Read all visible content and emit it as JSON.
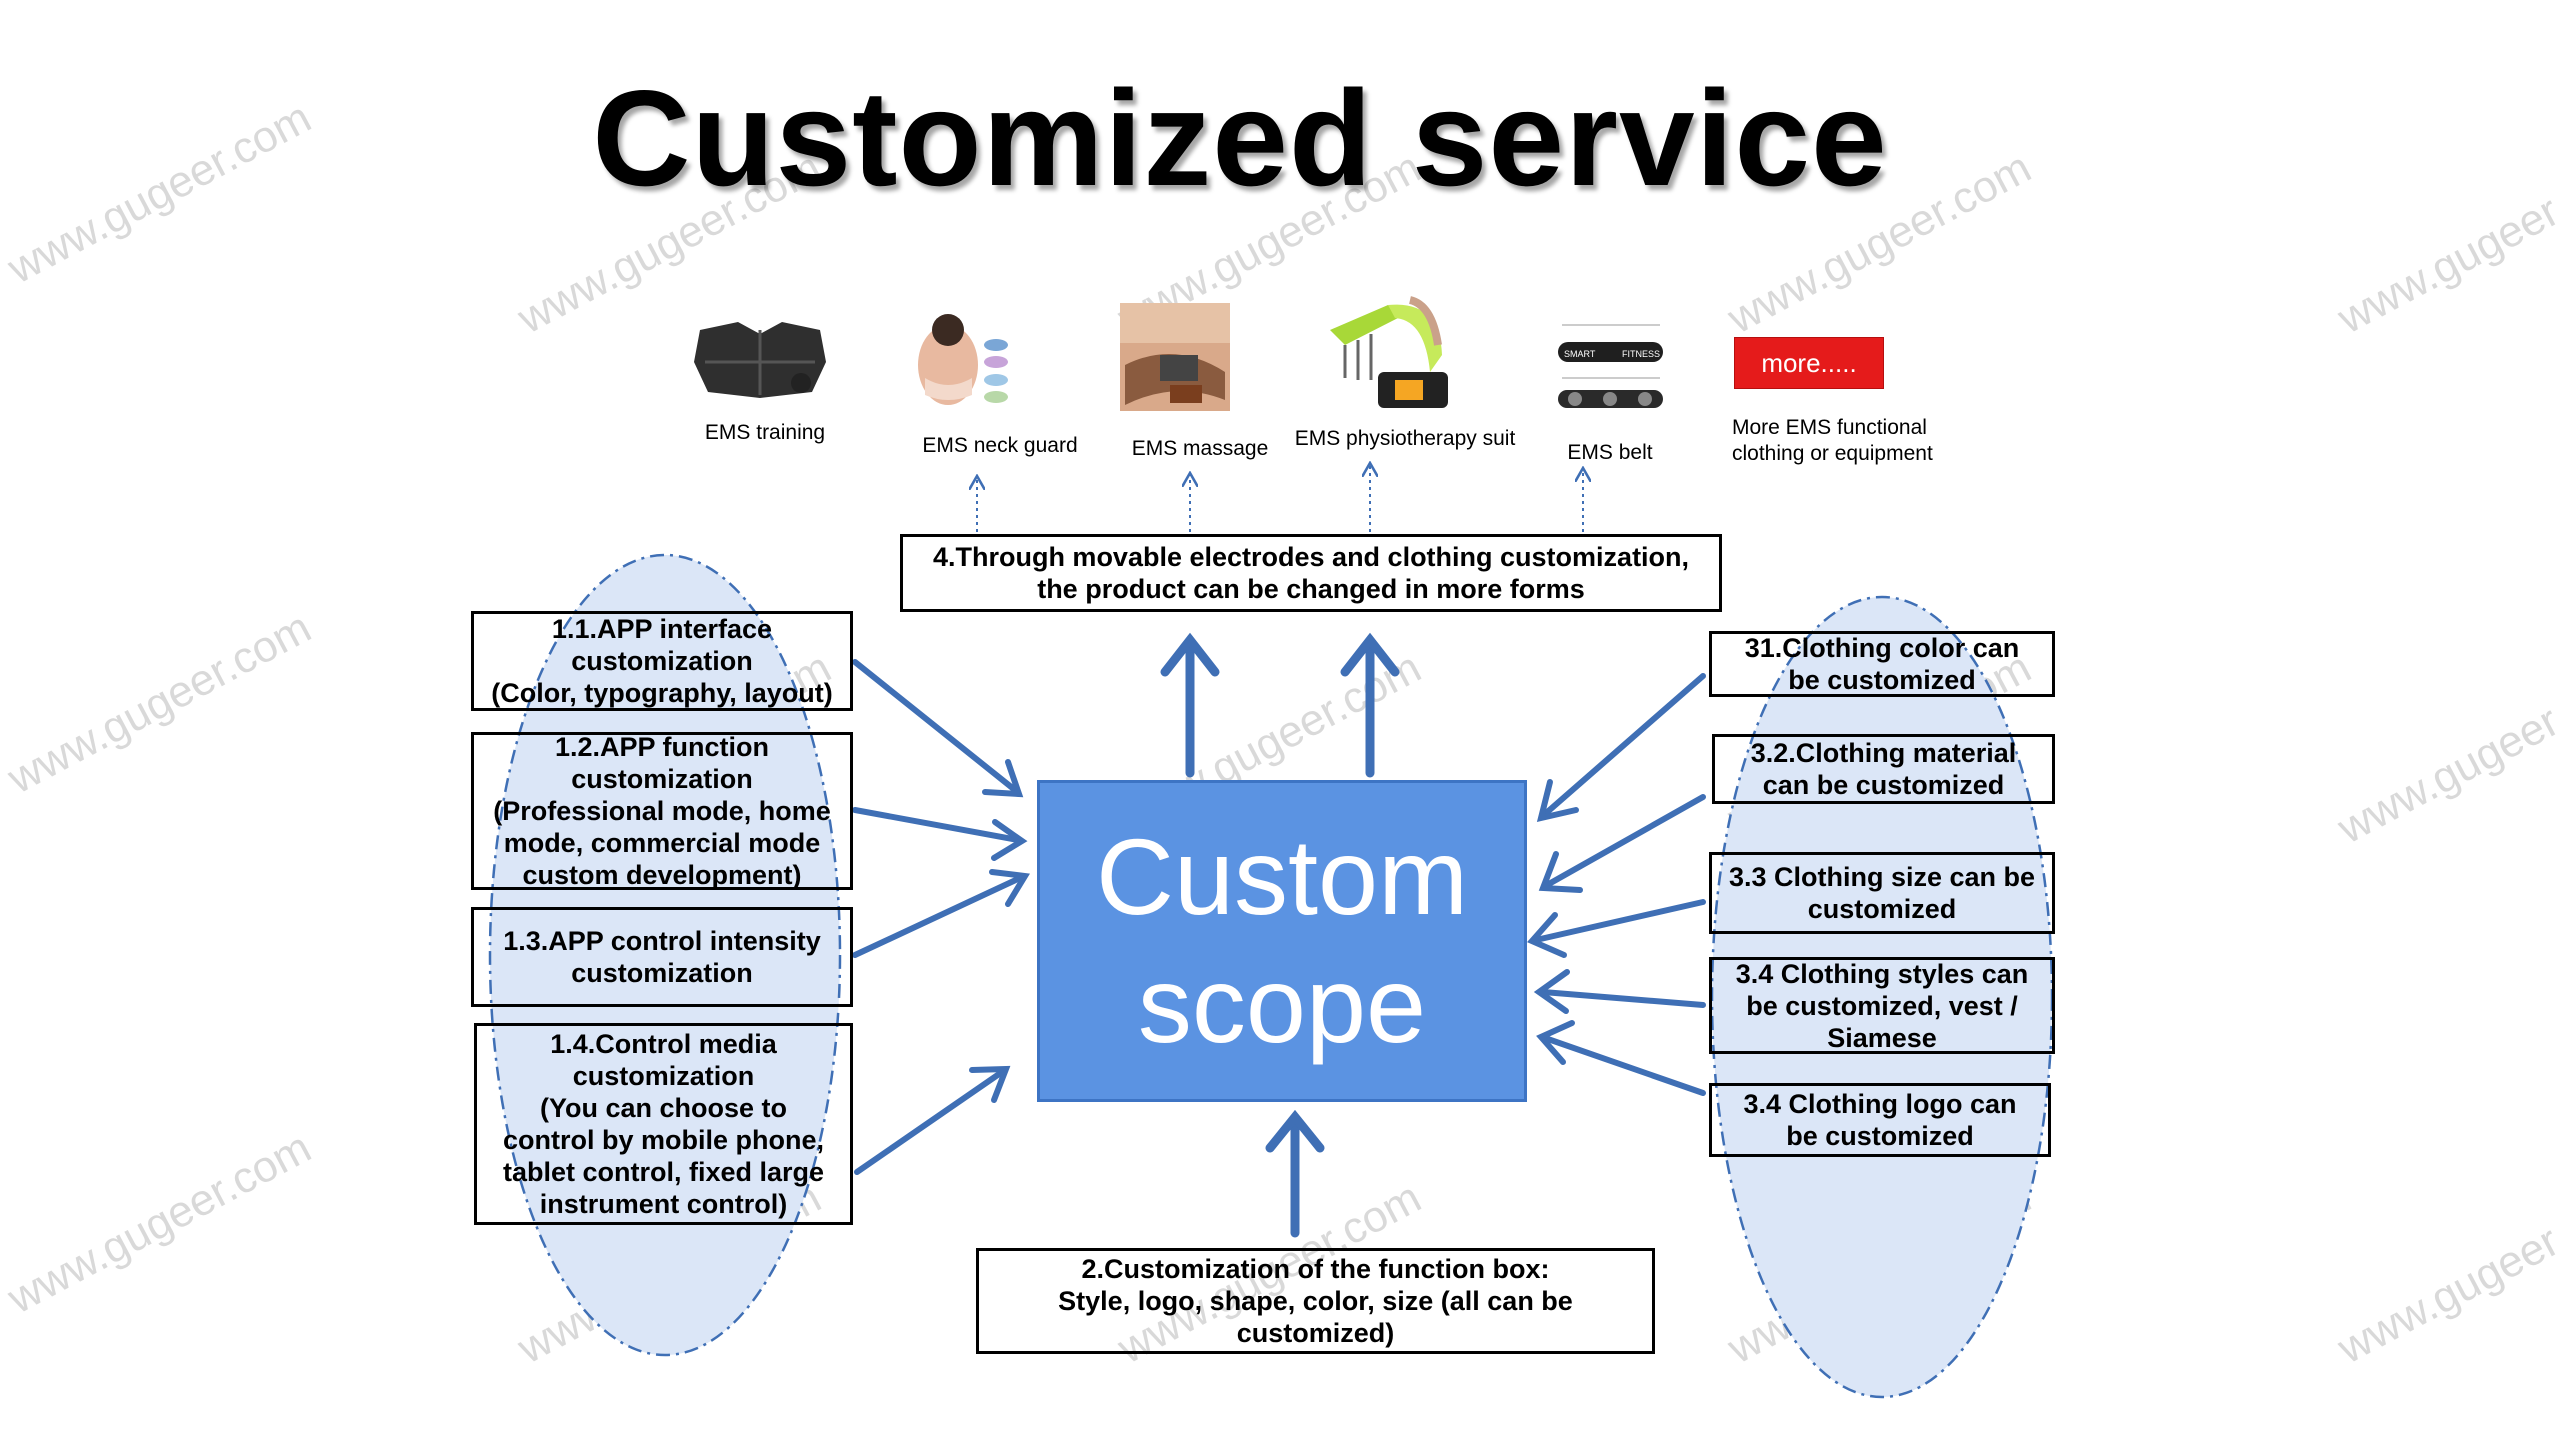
{
  "title": "Customized service",
  "watermark": "www.gugeer.com",
  "colors": {
    "center_fill": "#5b93e2",
    "arrow": "#3f6fb5",
    "ellipse_fill": "#dbe6f7",
    "more_button": "#e51b1b"
  },
  "products": [
    {
      "label": "EMS training",
      "icon": "ems-training-pad-image"
    },
    {
      "label": "EMS neck guard",
      "icon": "ems-neck-guard-image"
    },
    {
      "label": "EMS massage",
      "icon": "ems-massage-image"
    },
    {
      "label": "EMS physiotherapy suit",
      "icon": "ems-physiotherapy-suit-image"
    },
    {
      "label": "EMS belt",
      "icon": "ems-belt-image"
    },
    {
      "label": "More EMS functional\nclothing or equipment",
      "button": "more....."
    }
  ],
  "belt_image_text": [
    "SMART",
    "FITNESS"
  ],
  "top_box": "4.Through movable electrodes and clothing customization,\nthe product can be changed in more forms",
  "center": [
    "Custom",
    "scope"
  ],
  "left_boxes": [
    "1.1.APP interface\ncustomization\n(Color, typography, layout)",
    "1.2.APP function\ncustomization\n(Professional mode, home\nmode, commercial mode\ncustom development)",
    "1.3.APP control intensity\ncustomization",
    "1.4.Control media\ncustomization\n(You can choose to\ncontrol by mobile phone,\ntablet control, fixed large\ninstrument control)"
  ],
  "right_boxes": [
    "31.Clothing color can\nbe customized",
    "3.2.Clothing material\ncan be customized",
    "3.3 Clothing size can be\ncustomized",
    "3.4 Clothing styles can\nbe customized, vest /\nSiamese",
    "3.4 Clothing logo can\nbe customized"
  ],
  "bottom_box": "2.Customization of the function box:\nStyle, logo, shape, color, size (all can be\ncustomized)"
}
